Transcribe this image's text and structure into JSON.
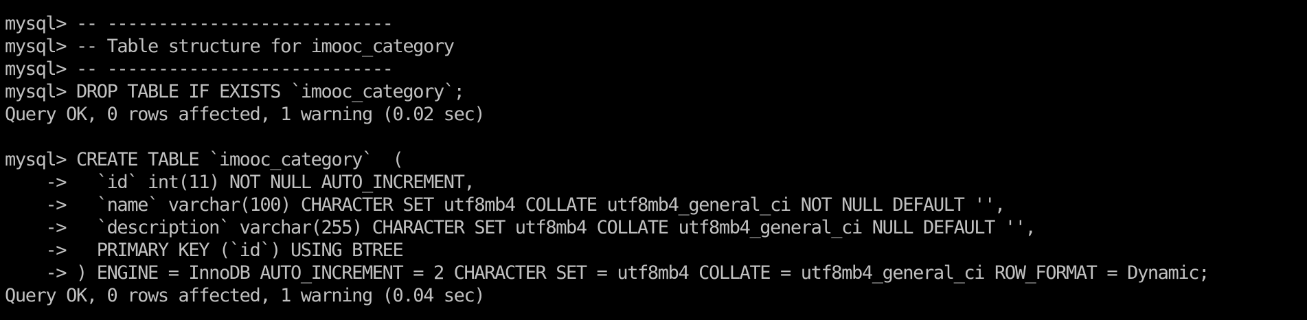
{
  "terminal": {
    "lines": [
      {
        "prompt": "mysql> ",
        "text": "-- ----------------------------"
      },
      {
        "prompt": "mysql> ",
        "text": "-- Table structure for imooc_category"
      },
      {
        "prompt": "mysql> ",
        "text": "-- ----------------------------"
      },
      {
        "prompt": "mysql> ",
        "text": "DROP TABLE IF EXISTS `imooc_category`;"
      },
      {
        "prompt": "",
        "text": "Query OK, 0 rows affected, 1 warning (0.02 sec)"
      },
      {
        "prompt": "",
        "text": ""
      },
      {
        "prompt": "mysql> ",
        "text": "CREATE TABLE `imooc_category`  ("
      },
      {
        "prompt": "    -> ",
        "text": "  `id` int(11) NOT NULL AUTO_INCREMENT,"
      },
      {
        "prompt": "    -> ",
        "text": "  `name` varchar(100) CHARACTER SET utf8mb4 COLLATE utf8mb4_general_ci NOT NULL DEFAULT '',"
      },
      {
        "prompt": "    -> ",
        "text": "  `description` varchar(255) CHARACTER SET utf8mb4 COLLATE utf8mb4_general_ci NULL DEFAULT '',"
      },
      {
        "prompt": "    -> ",
        "text": "  PRIMARY KEY (`id`) USING BTREE"
      },
      {
        "prompt": "    -> ",
        "text": ") ENGINE = InnoDB AUTO_INCREMENT = 2 CHARACTER SET = utf8mb4 COLLATE = utf8mb4_general_ci ROW_FORMAT = Dynamic;"
      },
      {
        "prompt": "",
        "text": "Query OK, 0 rows affected, 1 warning (0.04 sec)"
      }
    ]
  }
}
